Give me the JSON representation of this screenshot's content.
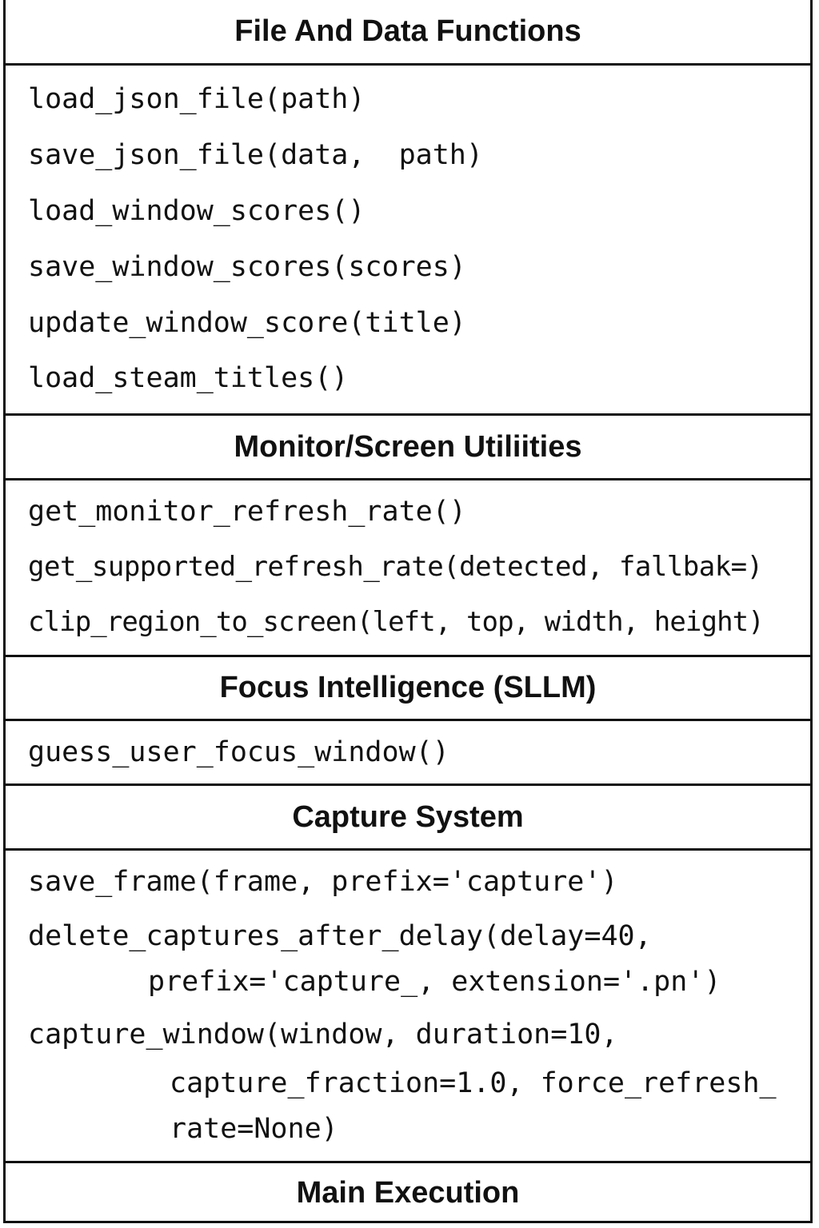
{
  "sections": {
    "file_data": {
      "title": "File And Data Functions",
      "functions": [
        "load_json_file(path)",
        "save_json_file(data,  path)",
        "load_window_scores()",
        "save_window_scores(scores)",
        "update_window_score(title)",
        "load_steam_titles()"
      ]
    },
    "monitor": {
      "title": "Monitor/Screen Utiliities",
      "functions": [
        "get_monitor_refresh_rate()",
        "get_supported_refresh_rate(detected, fallbak=)",
        "clip_region_to_screen(left, top, width, height)"
      ]
    },
    "focus": {
      "title": "Focus Intelligence (SLLM)",
      "functions": [
        "guess_user_focus_window()"
      ]
    },
    "capture": {
      "title": "Capture System",
      "functions": [
        "save_frame(frame, prefix='capture')",
        "delete_captures_after_delay(delay=40,",
        "prefix='capture_, extension='.pn')",
        "capture_window(window, duration=10,",
        "capture_fraction=1.0, force_refresh_",
        "rate=None)"
      ]
    },
    "main": {
      "title": "Main Execution"
    }
  }
}
